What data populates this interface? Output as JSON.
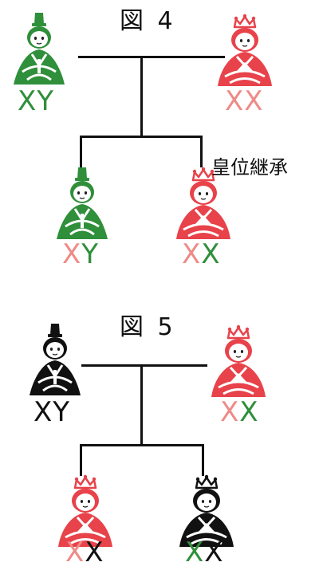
{
  "colors": {
    "green": "#2f8f3a",
    "red": "#e8424a",
    "pink": "#ef8a86",
    "black": "#111111"
  },
  "figure4": {
    "title": "図 4",
    "father": {
      "chromosome": [
        "X",
        "Y"
      ],
      "chromosome_colors": [
        "green",
        "green"
      ],
      "doll_color": "green",
      "doll_type": "emperor"
    },
    "mother": {
      "chromosome": [
        "X",
        "X"
      ],
      "chromosome_colors": [
        "pink",
        "pink"
      ],
      "doll_color": "red",
      "doll_type": "empress"
    },
    "son": {
      "chromosome": [
        "X",
        "Y"
      ],
      "chromosome_colors": [
        "pink",
        "green"
      ],
      "doll_color": "green",
      "doll_type": "emperor"
    },
    "daughter": {
      "chromosome": [
        "X",
        "X"
      ],
      "chromosome_colors": [
        "pink",
        "green"
      ],
      "doll_color": "red",
      "doll_type": "empress"
    },
    "note": "皇位継承"
  },
  "figure5": {
    "title": "図 5",
    "father": {
      "chromosome": [
        "X",
        "Y"
      ],
      "chromosome_colors": [
        "black",
        "black"
      ],
      "doll_color": "black",
      "doll_type": "emperor"
    },
    "mother": {
      "chromosome": [
        "X",
        "X"
      ],
      "chromosome_colors": [
        "pink",
        "green"
      ],
      "doll_color": "red",
      "doll_type": "empress"
    },
    "daughter1": {
      "chromosome": [
        "X",
        "X"
      ],
      "chromosome_colors": [
        "pink",
        "black"
      ],
      "doll_color": "red",
      "doll_type": "empress"
    },
    "daughter2": {
      "chromosome": [
        "X",
        "X"
      ],
      "chromosome_colors": [
        "green",
        "black"
      ],
      "doll_color": "black",
      "doll_type": "empress"
    }
  }
}
